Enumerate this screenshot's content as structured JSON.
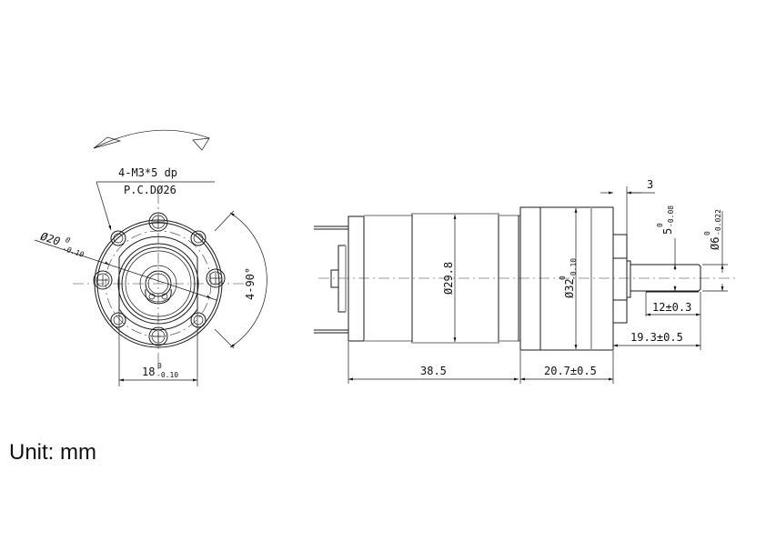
{
  "unit_label": "Unit: mm",
  "front_view": {
    "hole_callout_line1": "4-M3*5 dp",
    "hole_callout_line2": "P.C.DØ26",
    "boss_diameter": "Ø20",
    "boss_tol_upper": "0",
    "boss_tol_lower": "-0.10",
    "flat_width": "18",
    "flat_tol_upper": "0",
    "flat_tol_lower": "-0.10",
    "angle": "4-90°"
  },
  "side_view": {
    "motor_diameter": "Ø29.8",
    "motor_length": "38.5",
    "gearbox_diameter": "Ø32",
    "gearbox_tol_upper": "0",
    "gearbox_tol_lower": "-0.10",
    "gearbox_length": "20.7±0.5",
    "boss_length": "3",
    "shaft_flat": "5",
    "shaft_flat_tol_upper": "0",
    "shaft_flat_tol_lower": "-0.08",
    "shaft_diameter": "Ø6",
    "shaft_tol_upper": "0",
    "shaft_tol_lower": "-0.022",
    "flat_length": "12±0.3",
    "shaft_length": "19.3±0.5"
  }
}
